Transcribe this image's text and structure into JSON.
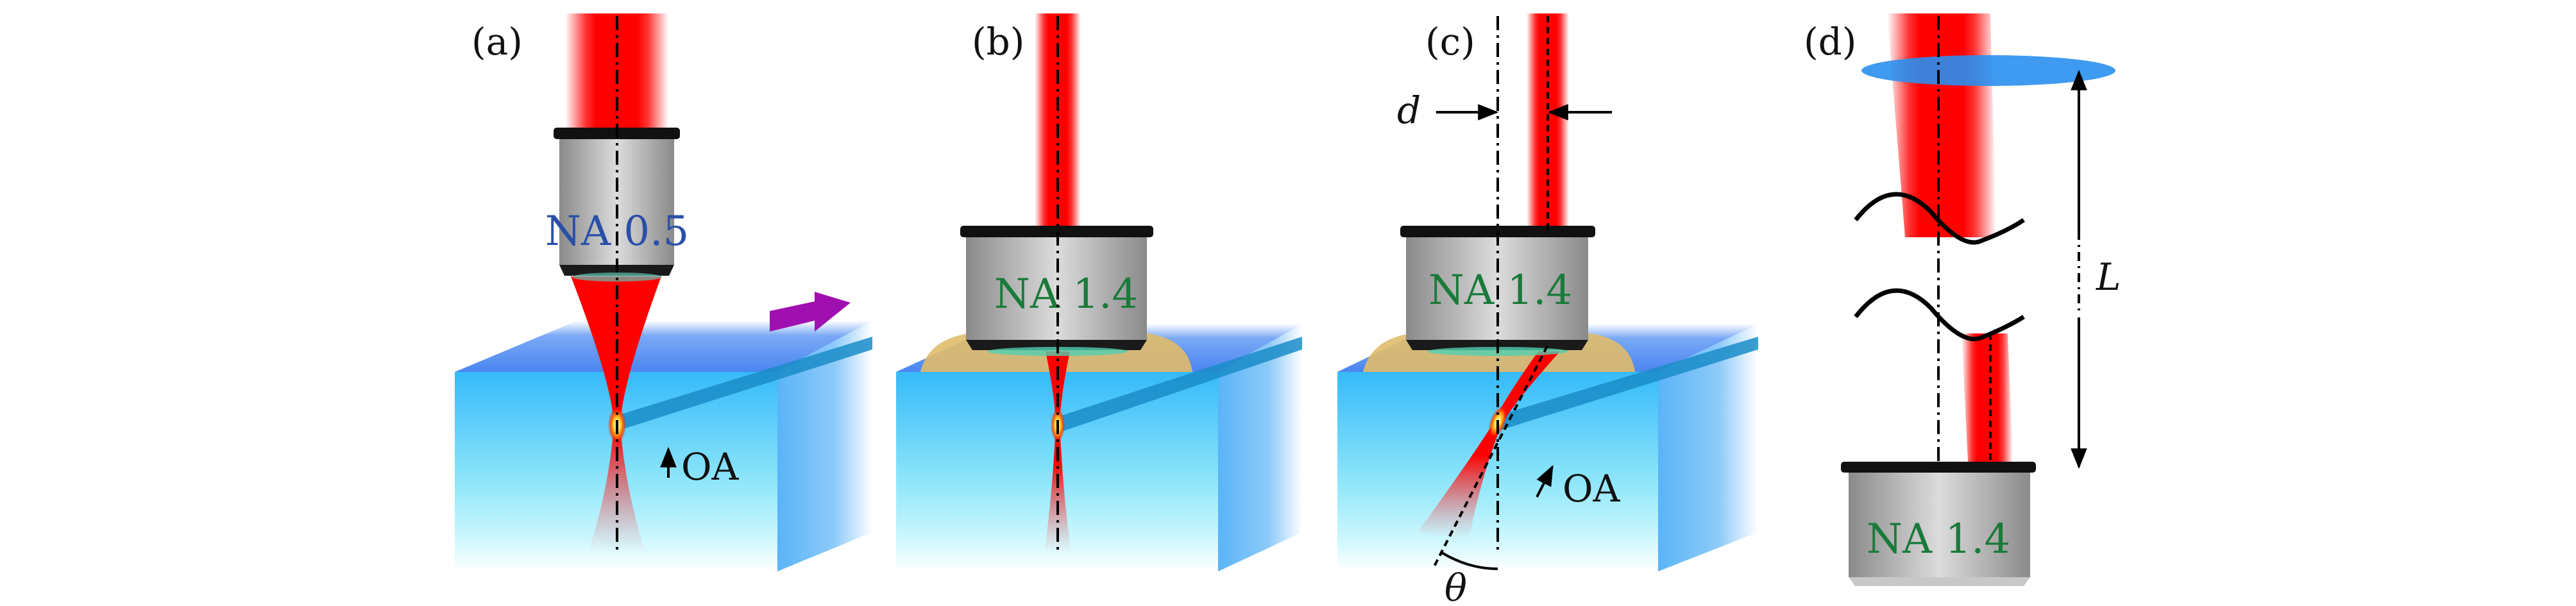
{
  "panels": {
    "a": {
      "label": "(a)",
      "objective": "NA 0.5",
      "axis_label": "OA"
    },
    "b": {
      "label": "(b)",
      "objective": "NA 1.4"
    },
    "c": {
      "label": "(c)",
      "objective": "NA 1.4",
      "axis_label": "OA",
      "offset_symbol": "d",
      "angle_symbol": "θ"
    },
    "d": {
      "label": "(d)",
      "objective": "NA 1.4",
      "distance_symbol": "L"
    }
  },
  "colors": {
    "beam": "#ff0000",
    "na_low": "#2a4fa8",
    "na_high": "#1a7a3a",
    "arrow": "#a010b0",
    "lens": "#2a8ff0"
  }
}
